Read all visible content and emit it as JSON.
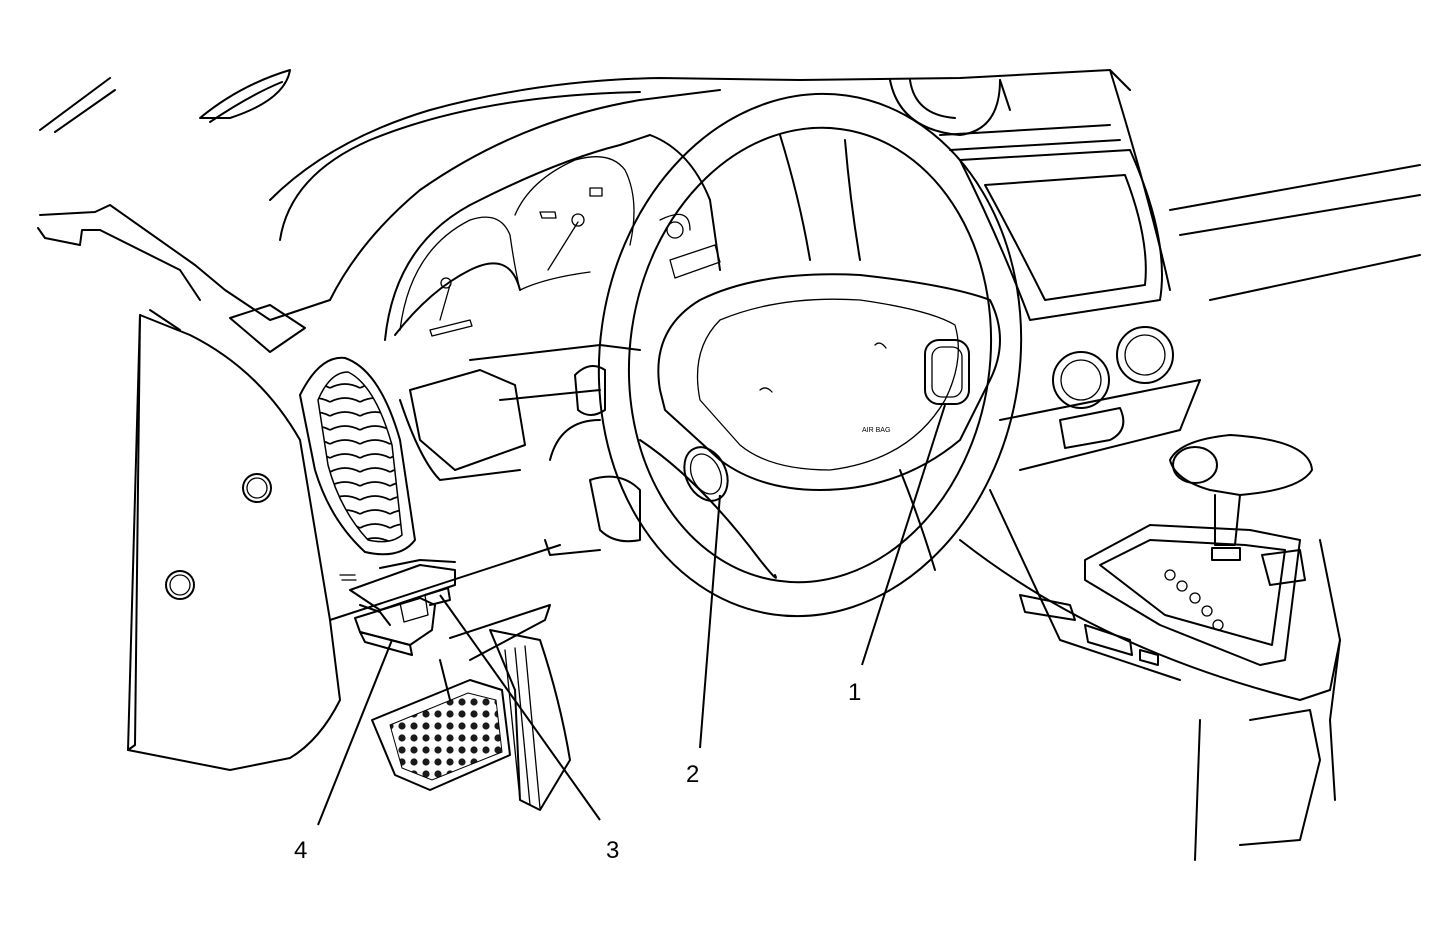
{
  "diagram": {
    "labels": {
      "airbag_text": "AIR BAG"
    },
    "callouts": [
      {
        "id": "1",
        "text": "1"
      },
      {
        "id": "2",
        "text": "2"
      },
      {
        "id": "3",
        "text": "3"
      },
      {
        "id": "4",
        "text": "4"
      }
    ]
  }
}
